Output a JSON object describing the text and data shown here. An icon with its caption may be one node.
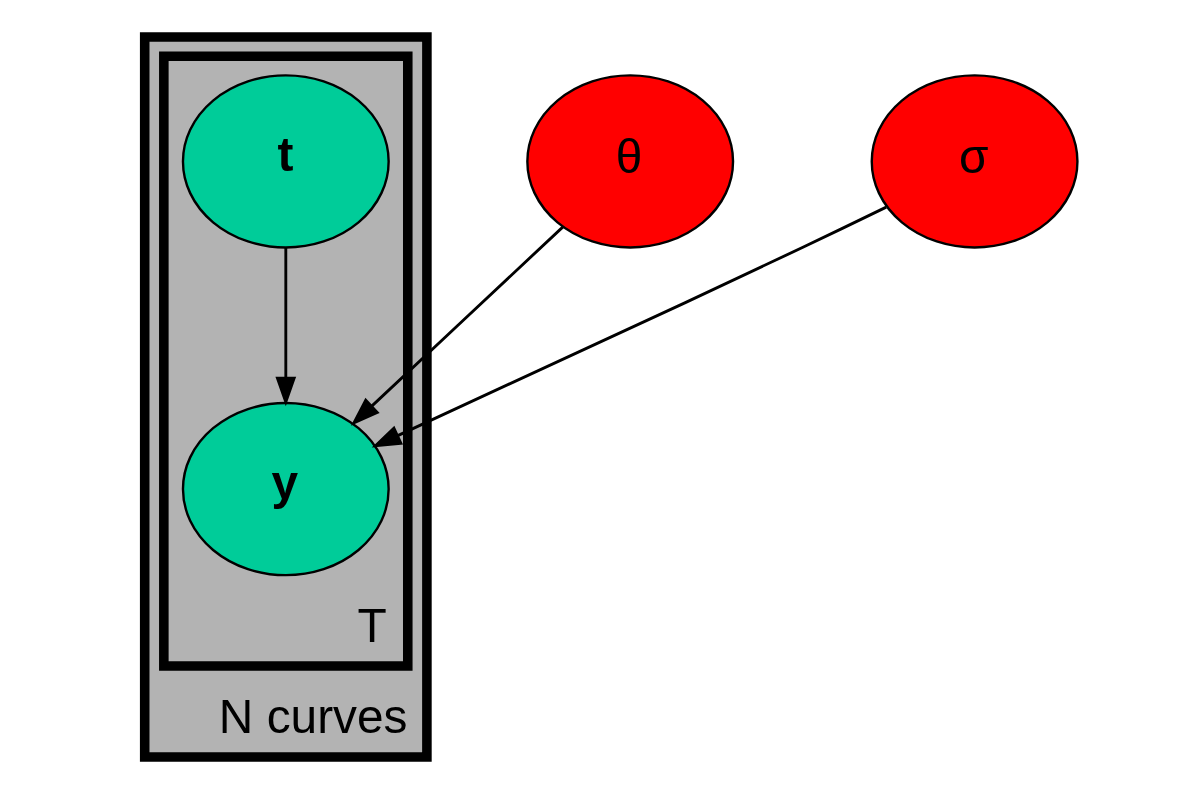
{
  "diagram": {
    "nodes": [
      {
        "text": [
          "N curves"
        ]
      },
      {
        "text": [
          "T"
        ],
        "in": 0
      },
      {
        "text": [
          "t"
        ],
        "in": 1
      },
      {
        "text": [
          "y"
        ],
        "in": 1
      },
      {
        "text": [
          "θ"
        ]
      },
      {
        "text": [
          "σ"
        ]
      }
    ],
    "edges": [
      {
        "from": 4,
        "to": 3,
        "arrow": "to"
      },
      {
        "from": 2,
        "to": 3,
        "arrow": "to"
      },
      {
        "from": 5,
        "to": 3,
        "arrow": "to"
      }
    ]
  }
}
